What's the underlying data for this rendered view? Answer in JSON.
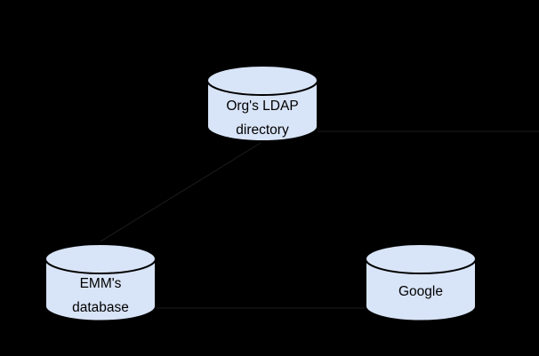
{
  "page": {
    "background_color": "#000000"
  },
  "diagram": {
    "type": "database-topology-diagram",
    "node_fill": "#d8e4f7",
    "node_stroke": "#000000",
    "text_color": "#000000",
    "faint_trace_color": "#1b1d20",
    "nodes": [
      {
        "id": "org-ldap-directory",
        "shape": "database-cylinder",
        "line1": "Org's LDAP",
        "line2": "directory"
      },
      {
        "id": "emm-database",
        "shape": "database-cylinder",
        "line1": "EMM's",
        "line2": "database"
      },
      {
        "id": "google",
        "shape": "database-cylinder",
        "line1": "Google"
      }
    ]
  }
}
